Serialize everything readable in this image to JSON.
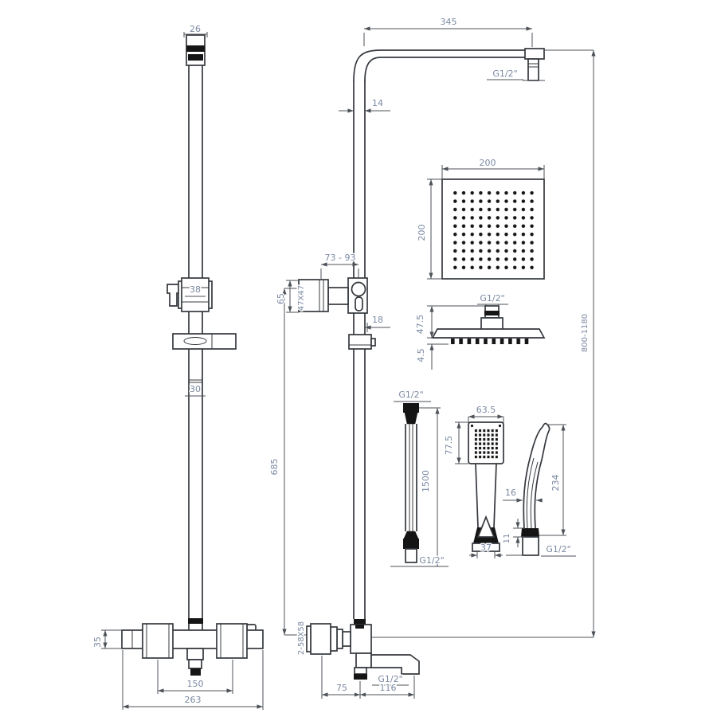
{
  "drawing": {
    "type": "technical dimension drawing",
    "subject": "thermostatic shower column with overhead shower, hand shower, hose and bath spout",
    "colors": {
      "background": "#ffffff",
      "line": "#34383d",
      "dimension_line": "#4d5258",
      "dimension_text": "#7b89a2",
      "dark_fill": "#151515"
    },
    "labels": {
      "cap_width": "26",
      "arm_length": "345",
      "arm_thread": "G1/2\"",
      "riser_width": "14",
      "head_width": "200",
      "head_depth": "200",
      "head_thread": "G1/2\"",
      "head_height": "47.5",
      "head_plate_thickness": "4.5",
      "overall_height": "800-1180",
      "diverter_reach": "73 - 93",
      "diverter_handle_size": "47X47",
      "diverter_height": "65",
      "riser_lower_width": "18",
      "slider_bracket_width": "38",
      "rail_width": "30",
      "riser_length": "685",
      "hose_thread_top": "G1/2\"",
      "hose_length": "1500",
      "hose_thread_bottom": "G1/2\"",
      "handset_width": "63.5",
      "handset_face_height": "77.5",
      "handset_outlet_width": "37",
      "handset_height": "234",
      "handset_grip_width": "16",
      "handset_nut_height": "11",
      "handset_thread": "G1/2\"",
      "valve_handles": "2-58X58",
      "valve_inlet_offset": "75",
      "spout_reach": "116",
      "spout_thread": "G1/2\"",
      "valve_body_height": "35",
      "valve_inlet_centers": "150",
      "valve_width": "263"
    }
  }
}
